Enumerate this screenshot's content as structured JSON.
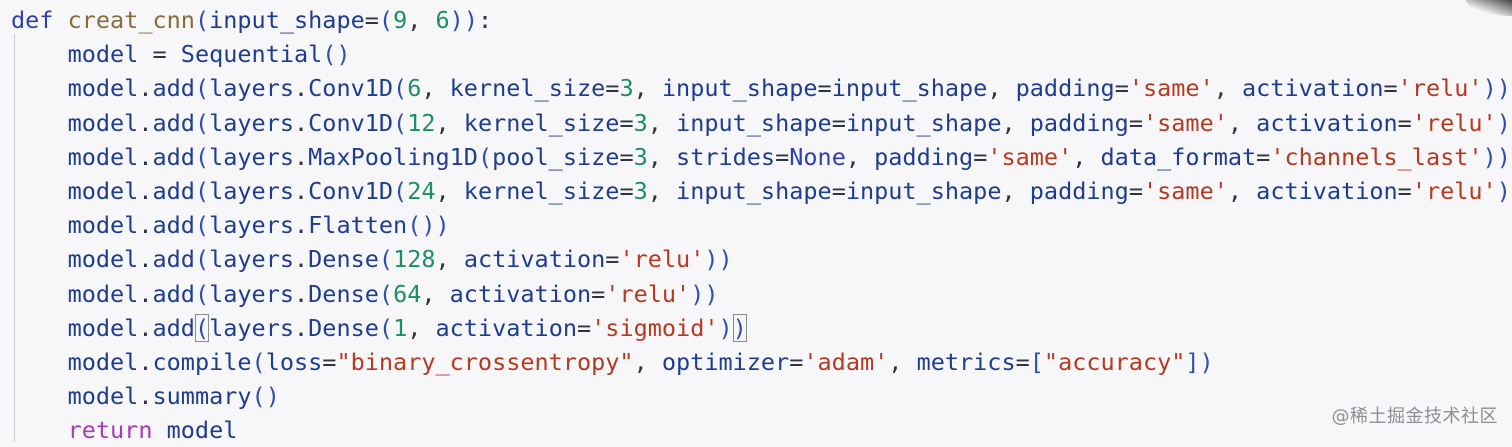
{
  "editor": {
    "lines": [
      [
        {
          "t": "def",
          "c": "kw"
        },
        {
          "t": " ",
          "c": "op"
        },
        {
          "t": "creat_cnn",
          "c": "fn"
        },
        {
          "t": "(",
          "c": "bracket"
        },
        {
          "t": "input_shape",
          "c": "id"
        },
        {
          "t": "=",
          "c": "op"
        },
        {
          "t": "(",
          "c": "bracket"
        },
        {
          "t": "9",
          "c": "num"
        },
        {
          "t": ", ",
          "c": "op"
        },
        {
          "t": "6",
          "c": "num"
        },
        {
          "t": ")",
          "c": "bracket"
        },
        {
          "t": ")",
          "c": "bracket"
        },
        {
          "t": ":",
          "c": "op"
        }
      ],
      [
        {
          "t": "    ",
          "c": "op"
        },
        {
          "t": "model",
          "c": "id"
        },
        {
          "t": " = ",
          "c": "op"
        },
        {
          "t": "Sequential",
          "c": "id"
        },
        {
          "t": "()",
          "c": "bracket"
        }
      ],
      [
        {
          "t": "    ",
          "c": "op"
        },
        {
          "t": "model",
          "c": "id"
        },
        {
          "t": ".",
          "c": "op"
        },
        {
          "t": "add",
          "c": "id"
        },
        {
          "t": "(",
          "c": "bracket"
        },
        {
          "t": "layers",
          "c": "id"
        },
        {
          "t": ".",
          "c": "op"
        },
        {
          "t": "Conv1D",
          "c": "id"
        },
        {
          "t": "(",
          "c": "bracket"
        },
        {
          "t": "6",
          "c": "num"
        },
        {
          "t": ", ",
          "c": "op"
        },
        {
          "t": "kernel_size",
          "c": "id"
        },
        {
          "t": "=",
          "c": "op"
        },
        {
          "t": "3",
          "c": "num"
        },
        {
          "t": ", ",
          "c": "op"
        },
        {
          "t": "input_shape",
          "c": "id"
        },
        {
          "t": "=",
          "c": "op"
        },
        {
          "t": "input_shape",
          "c": "id"
        },
        {
          "t": ", ",
          "c": "op"
        },
        {
          "t": "padding",
          "c": "id"
        },
        {
          "t": "=",
          "c": "op"
        },
        {
          "t": "'same'",
          "c": "str"
        },
        {
          "t": ", ",
          "c": "op"
        },
        {
          "t": "activation",
          "c": "id"
        },
        {
          "t": "=",
          "c": "op"
        },
        {
          "t": "'relu'",
          "c": "str"
        },
        {
          "t": "))",
          "c": "bracket"
        }
      ],
      [
        {
          "t": "    ",
          "c": "op"
        },
        {
          "t": "model",
          "c": "id"
        },
        {
          "t": ".",
          "c": "op"
        },
        {
          "t": "add",
          "c": "id"
        },
        {
          "t": "(",
          "c": "bracket"
        },
        {
          "t": "layers",
          "c": "id"
        },
        {
          "t": ".",
          "c": "op"
        },
        {
          "t": "Conv1D",
          "c": "id"
        },
        {
          "t": "(",
          "c": "bracket"
        },
        {
          "t": "12",
          "c": "num"
        },
        {
          "t": ", ",
          "c": "op"
        },
        {
          "t": "kernel_size",
          "c": "id"
        },
        {
          "t": "=",
          "c": "op"
        },
        {
          "t": "3",
          "c": "num"
        },
        {
          "t": ", ",
          "c": "op"
        },
        {
          "t": "input_shape",
          "c": "id"
        },
        {
          "t": "=",
          "c": "op"
        },
        {
          "t": "input_shape",
          "c": "id"
        },
        {
          "t": ", ",
          "c": "op"
        },
        {
          "t": "padding",
          "c": "id"
        },
        {
          "t": "=",
          "c": "op"
        },
        {
          "t": "'same'",
          "c": "str"
        },
        {
          "t": ", ",
          "c": "op"
        },
        {
          "t": "activation",
          "c": "id"
        },
        {
          "t": "=",
          "c": "op"
        },
        {
          "t": "'relu'",
          "c": "str"
        },
        {
          "t": "))",
          "c": "bracket"
        }
      ],
      [
        {
          "t": "    ",
          "c": "op"
        },
        {
          "t": "model",
          "c": "id"
        },
        {
          "t": ".",
          "c": "op"
        },
        {
          "t": "add",
          "c": "id"
        },
        {
          "t": "(",
          "c": "bracket"
        },
        {
          "t": "layers",
          "c": "id"
        },
        {
          "t": ".",
          "c": "op"
        },
        {
          "t": "MaxPooling1D",
          "c": "id"
        },
        {
          "t": "(",
          "c": "bracket"
        },
        {
          "t": "pool_size",
          "c": "id"
        },
        {
          "t": "=",
          "c": "op"
        },
        {
          "t": "3",
          "c": "num"
        },
        {
          "t": ", ",
          "c": "op"
        },
        {
          "t": "strides",
          "c": "id"
        },
        {
          "t": "=",
          "c": "op"
        },
        {
          "t": "None",
          "c": "none"
        },
        {
          "t": ", ",
          "c": "op"
        },
        {
          "t": "padding",
          "c": "id"
        },
        {
          "t": "=",
          "c": "op"
        },
        {
          "t": "'same'",
          "c": "str"
        },
        {
          "t": ", ",
          "c": "op"
        },
        {
          "t": "data_format",
          "c": "id"
        },
        {
          "t": "=",
          "c": "op"
        },
        {
          "t": "'channels_last'",
          "c": "str"
        },
        {
          "t": "))",
          "c": "bracket"
        }
      ],
      [
        {
          "t": "    ",
          "c": "op"
        },
        {
          "t": "model",
          "c": "id"
        },
        {
          "t": ".",
          "c": "op"
        },
        {
          "t": "add",
          "c": "id"
        },
        {
          "t": "(",
          "c": "bracket"
        },
        {
          "t": "layers",
          "c": "id"
        },
        {
          "t": ".",
          "c": "op"
        },
        {
          "t": "Conv1D",
          "c": "id"
        },
        {
          "t": "(",
          "c": "bracket"
        },
        {
          "t": "24",
          "c": "num"
        },
        {
          "t": ", ",
          "c": "op"
        },
        {
          "t": "kernel_size",
          "c": "id"
        },
        {
          "t": "=",
          "c": "op"
        },
        {
          "t": "3",
          "c": "num"
        },
        {
          "t": ", ",
          "c": "op"
        },
        {
          "t": "input_shape",
          "c": "id"
        },
        {
          "t": "=",
          "c": "op"
        },
        {
          "t": "input_shape",
          "c": "id"
        },
        {
          "t": ", ",
          "c": "op"
        },
        {
          "t": "padding",
          "c": "id"
        },
        {
          "t": "=",
          "c": "op"
        },
        {
          "t": "'same'",
          "c": "str"
        },
        {
          "t": ", ",
          "c": "op"
        },
        {
          "t": "activation",
          "c": "id"
        },
        {
          "t": "=",
          "c": "op"
        },
        {
          "t": "'relu'",
          "c": "str"
        },
        {
          "t": "))",
          "c": "bracket"
        }
      ],
      [
        {
          "t": "    ",
          "c": "op"
        },
        {
          "t": "model",
          "c": "id"
        },
        {
          "t": ".",
          "c": "op"
        },
        {
          "t": "add",
          "c": "id"
        },
        {
          "t": "(",
          "c": "bracket"
        },
        {
          "t": "layers",
          "c": "id"
        },
        {
          "t": ".",
          "c": "op"
        },
        {
          "t": "Flatten",
          "c": "id"
        },
        {
          "t": "())",
          "c": "bracket"
        }
      ],
      [
        {
          "t": "    ",
          "c": "op"
        },
        {
          "t": "model",
          "c": "id"
        },
        {
          "t": ".",
          "c": "op"
        },
        {
          "t": "add",
          "c": "id"
        },
        {
          "t": "(",
          "c": "bracket"
        },
        {
          "t": "layers",
          "c": "id"
        },
        {
          "t": ".",
          "c": "op"
        },
        {
          "t": "Dense",
          "c": "id"
        },
        {
          "t": "(",
          "c": "bracket"
        },
        {
          "t": "128",
          "c": "num"
        },
        {
          "t": ", ",
          "c": "op"
        },
        {
          "t": "activation",
          "c": "id"
        },
        {
          "t": "=",
          "c": "op"
        },
        {
          "t": "'relu'",
          "c": "str"
        },
        {
          "t": "))",
          "c": "bracket"
        }
      ],
      [
        {
          "t": "    ",
          "c": "op"
        },
        {
          "t": "model",
          "c": "id"
        },
        {
          "t": ".",
          "c": "op"
        },
        {
          "t": "add",
          "c": "id"
        },
        {
          "t": "(",
          "c": "bracket"
        },
        {
          "t": "layers",
          "c": "id"
        },
        {
          "t": ".",
          "c": "op"
        },
        {
          "t": "Dense",
          "c": "id"
        },
        {
          "t": "(",
          "c": "bracket"
        },
        {
          "t": "64",
          "c": "num"
        },
        {
          "t": ", ",
          "c": "op"
        },
        {
          "t": "activation",
          "c": "id"
        },
        {
          "t": "=",
          "c": "op"
        },
        {
          "t": "'relu'",
          "c": "str"
        },
        {
          "t": "))",
          "c": "bracket"
        }
      ],
      [
        {
          "t": "    ",
          "c": "op"
        },
        {
          "t": "model",
          "c": "id"
        },
        {
          "t": ".",
          "c": "op"
        },
        {
          "t": "add",
          "c": "id"
        },
        {
          "t": "(",
          "c": "bracket",
          "h": true
        },
        {
          "t": "layers",
          "c": "id"
        },
        {
          "t": ".",
          "c": "op"
        },
        {
          "t": "Dense",
          "c": "id"
        },
        {
          "t": "(",
          "c": "bracket"
        },
        {
          "t": "1",
          "c": "num"
        },
        {
          "t": ", ",
          "c": "op"
        },
        {
          "t": "activation",
          "c": "id"
        },
        {
          "t": "=",
          "c": "op"
        },
        {
          "t": "'sigmoid'",
          "c": "str"
        },
        {
          "t": ")",
          "c": "bracket"
        },
        {
          "t": ")",
          "c": "bracket",
          "h": true
        }
      ],
      [
        {
          "t": "    ",
          "c": "op"
        },
        {
          "t": "model",
          "c": "id"
        },
        {
          "t": ".",
          "c": "op"
        },
        {
          "t": "compile",
          "c": "id"
        },
        {
          "t": "(",
          "c": "bracket"
        },
        {
          "t": "loss",
          "c": "id"
        },
        {
          "t": "=",
          "c": "op"
        },
        {
          "t": "\"binary_crossentropy\"",
          "c": "str"
        },
        {
          "t": ", ",
          "c": "op"
        },
        {
          "t": "optimizer",
          "c": "id"
        },
        {
          "t": "=",
          "c": "op"
        },
        {
          "t": "'adam'",
          "c": "str"
        },
        {
          "t": ", ",
          "c": "op"
        },
        {
          "t": "metrics",
          "c": "id"
        },
        {
          "t": "=",
          "c": "op"
        },
        {
          "t": "[",
          "c": "bracket"
        },
        {
          "t": "\"accuracy\"",
          "c": "str"
        },
        {
          "t": "])",
          "c": "bracket"
        }
      ],
      [
        {
          "t": "    ",
          "c": "op"
        },
        {
          "t": "model",
          "c": "id"
        },
        {
          "t": ".",
          "c": "op"
        },
        {
          "t": "summary",
          "c": "id"
        },
        {
          "t": "()",
          "c": "bracket"
        }
      ],
      [
        {
          "t": "    ",
          "c": "op"
        },
        {
          "t": "return",
          "c": "return"
        },
        {
          "t": " ",
          "c": "op"
        },
        {
          "t": "model",
          "c": "id"
        }
      ]
    ]
  },
  "watermark": {
    "text": "@稀土掘金技术社区"
  },
  "colors": {
    "background": "#f7f7f9",
    "keyword": "#2f3fb0",
    "function_name": "#8a6b3a",
    "identifier": "#1e3d8f",
    "number": "#1d8f63",
    "string": "#b43a20",
    "return_keyword": "#a73ab6"
  }
}
